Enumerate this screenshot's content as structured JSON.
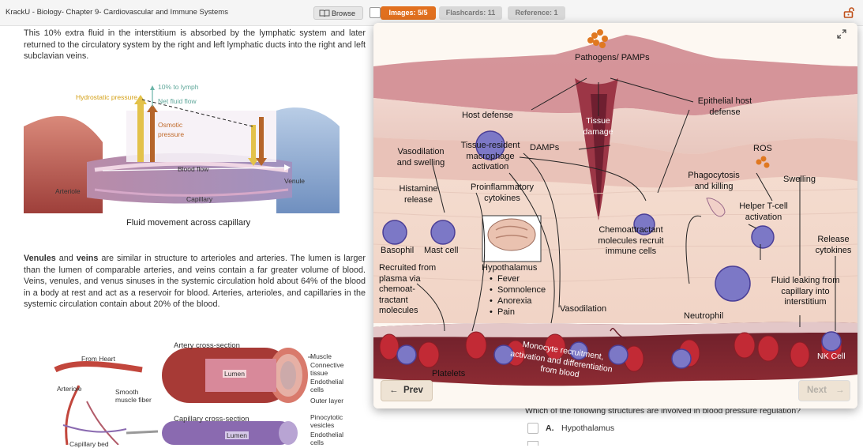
{
  "header": {
    "breadcrumb": "KrackU - Biology- Chapter 9- Cardiovascular and Immune Systems",
    "browse_label": "Browse",
    "images_tab": "Images: 5/5",
    "flashcards_tab": "Flashcards: 11",
    "reference_tab": "Reference: 1",
    "accent": "#e1701f"
  },
  "content": {
    "para1": "This 10% extra fluid in the interstitium is absorbed by the lymphatic system and later returned to the circulatory system by the right and left lymphatic ducts into the right and left subclavian veins.",
    "fig1": {
      "hydrostatic": "Hydrostatic pressure",
      "lymph": "10% to lymph",
      "net_flow": "Net fluid flow",
      "osmotic": "Osmotic pressure",
      "blood_flow": "Blood flow",
      "arteriole": "Arteriole",
      "capillary": "Capillary",
      "venule": "Venule",
      "caption": "Fluid movement across capillary"
    },
    "para2_bold1": "Venules",
    "para2_and": " and ",
    "para2_bold2": "veins",
    "para2_rest": " are similar in structure to arterioles and arteries. The lumen is larger than the lumen of comparable arteries, and veins contain a far greater volume of blood. Veins, venules, and venus sinuses in the systemic circulation hold about 64% of the blood in a body at rest and act as a reservoir for blood. Arteries, arterioles, and capillaries in the systemic circulation contain about 20% of the blood.",
    "fig2": {
      "artery_title": "Artery cross-section",
      "from_heart": "From Heart",
      "arteriole": "Arteriole",
      "smooth_muscle": "Smooth muscle fiber",
      "lumen": "Lumen",
      "muscle": "Muscle",
      "connective": "Connective tissue",
      "endothelial": "Endothelial cells",
      "outer": "Outer layer",
      "capillary_title": "Capillary cross-section",
      "lumen2": "Lumen",
      "pinocytotic": "Pinocytotic vesicles",
      "endothelial2": "Endothelial cells",
      "capillary_bed": "Capillary bed"
    }
  },
  "modal": {
    "labels": {
      "pathogens": "Pathogens/ PAMPs",
      "host_defense": "Host defense",
      "tissue_damage": "Tissue damage",
      "epithelial": "Epithelial host defense",
      "vasodilation_swelling": "Vasodilation and swelling",
      "tissue_resident": "Tissue-resident macrophage activation",
      "damps": "DAMPs",
      "ros": "ROS",
      "histamine": "Histamine release",
      "proinflammatory": "Proinflammatory cytokines",
      "phagocytosis": "Phagocytosis and killing",
      "swelling": "Swelling",
      "helper_t": "Helper T-cell activation",
      "basophil": "Basophil",
      "mast_cell": "Mast cell",
      "chemoattractant": "Chemoattractant molecules recruit immune cells",
      "release_cytokines": "Release cytokines",
      "recruited": "Recruited from plasma via chemoat- tractant molecules",
      "hypothalamus": "Hypothalamus",
      "fever": "Fever",
      "somnolence": "Somnolence",
      "anorexia": "Anorexia",
      "pain": "Pain",
      "vasodilation": "Vasodilation",
      "fluid_leaking": "Fluid leaking from capillary into interstitium",
      "neutrophil": "Neutrophil",
      "monocyte": "Monocyte recruitment, activation and differentiation from blood",
      "nk_cell": "NK Cell",
      "platelets": "Platelets"
    },
    "prev_label": "Prev",
    "next_label": "Next"
  },
  "quiz": {
    "question": "Which of the following structures are involved in blood pressure regulation?",
    "option_a_letter": "A.",
    "option_a_text": "Hypothalamus"
  }
}
